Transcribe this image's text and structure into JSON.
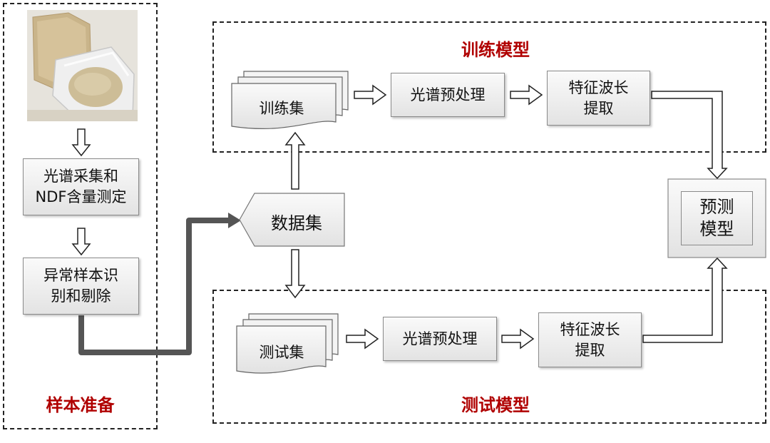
{
  "sections": {
    "sample_prep": "样本准备",
    "train_model": "训练模型",
    "test_model": "测试模型"
  },
  "boxes": {
    "spectral_collection": [
      "光谱采集和",
      "NDF含量测定"
    ],
    "outlier_removal": [
      "异常样本识",
      "别和剔除"
    ],
    "dataset": "数据集",
    "train_set": "训练集",
    "test_set": "测试集",
    "train_preprocess": "光谱预处理",
    "train_feature": [
      "特征波长",
      "提取"
    ],
    "test_preprocess": "光谱预处理",
    "test_feature": [
      "特征波长",
      "提取"
    ],
    "prediction_model": [
      "预测",
      "模型"
    ]
  }
}
